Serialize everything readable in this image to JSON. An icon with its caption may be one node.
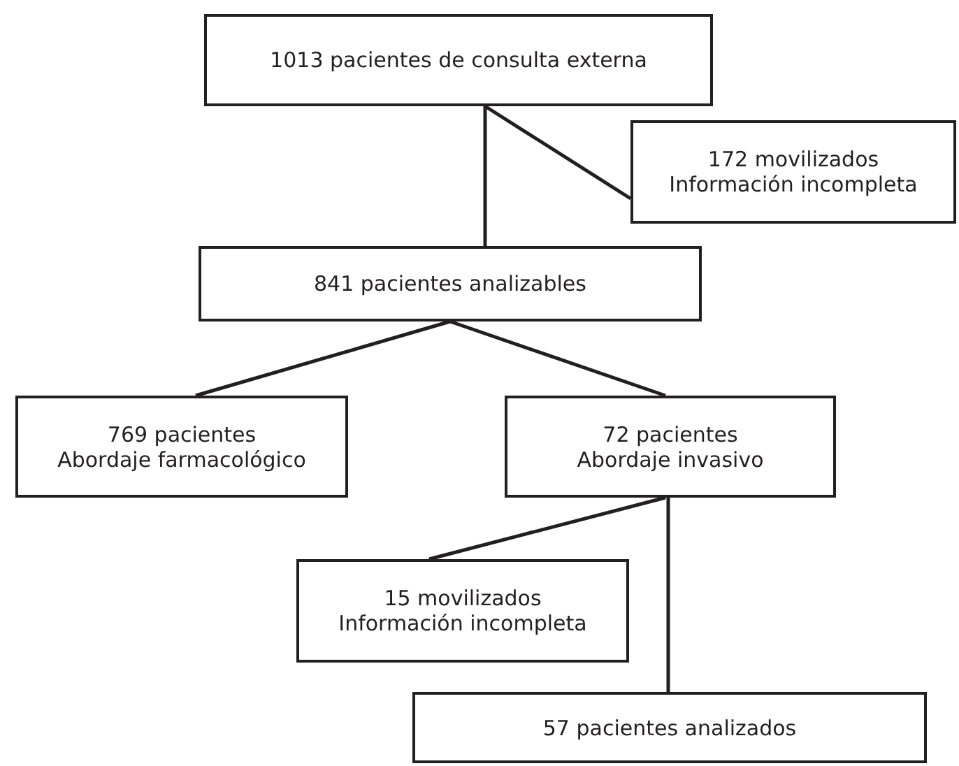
{
  "diagram": {
    "nodes": [
      {
        "text": [
          "1013 pacientes de consulta externa"
        ]
      },
      {
        "text": [
          "172 movilizados",
          "Información incompleta"
        ]
      },
      {
        "text": [
          "841 pacientes analizables"
        ]
      },
      {
        "text": [
          "769 pacientes",
          "Abordaje farmacológico"
        ]
      },
      {
        "text": [
          "72 pacientes",
          "Abordaje invasivo"
        ]
      },
      {
        "text": [
          "15 movilizados",
          "Información incompleta"
        ]
      },
      {
        "text": [
          "57 pacientes analizados"
        ]
      }
    ],
    "edges": [
      {
        "from": 0,
        "to": 1,
        "arrow": "none"
      },
      {
        "from": 0,
        "to": 2,
        "arrow": "none"
      },
      {
        "from": 2,
        "to": 3,
        "arrow": "none"
      },
      {
        "from": 2,
        "to": 4,
        "arrow": "none"
      },
      {
        "from": 4,
        "to": 5,
        "arrow": "none"
      },
      {
        "from": 4,
        "to": 6,
        "arrow": "none"
      }
    ]
  }
}
